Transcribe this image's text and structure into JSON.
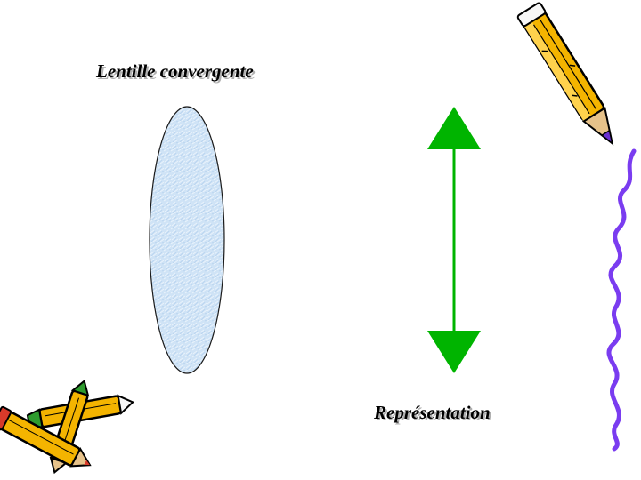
{
  "slide": {
    "title": "Lentille convergente",
    "representation_label": "Représentation"
  },
  "colors": {
    "lens_fill": "#cfe3f6",
    "lens_stroke": "#1a1a1a",
    "arrow": "#00b400",
    "pencil_body": "#f4b400",
    "pencil_outline": "#000000",
    "squiggle": "#7a3cf0"
  },
  "icons": {
    "pencil_top_right": "pencil-icon",
    "pencils_bottom_left": "crossed-pencils-icon",
    "squiggle": "squiggle-line"
  }
}
